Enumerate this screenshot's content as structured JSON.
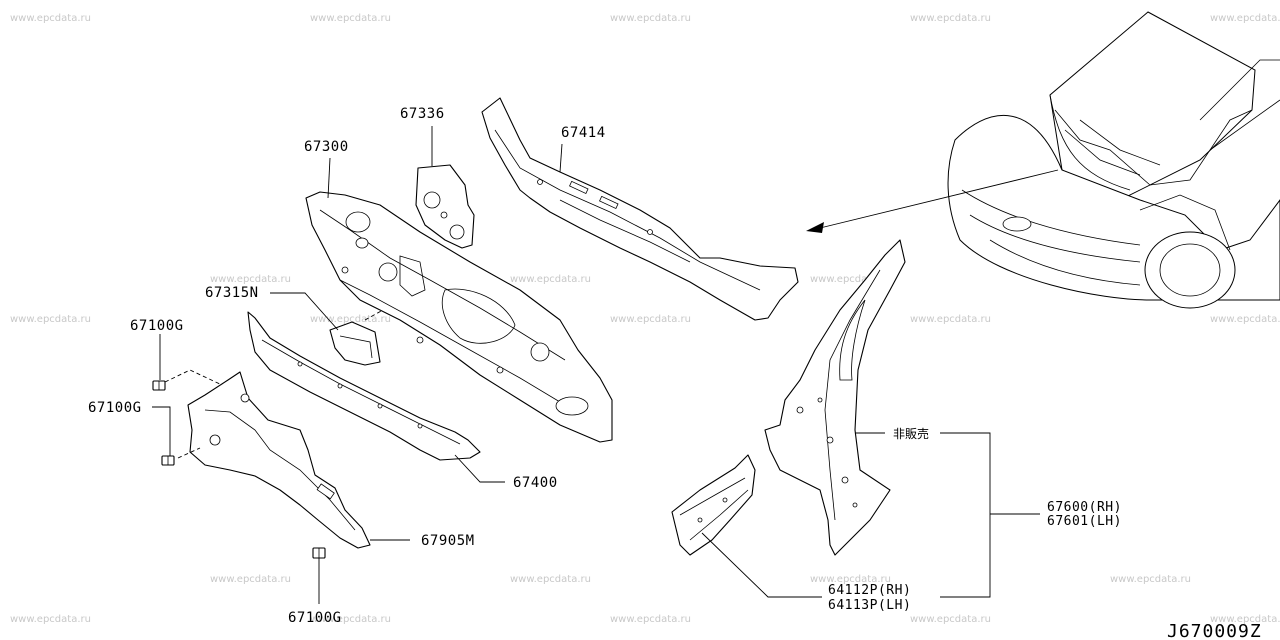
{
  "watermark": "www.epcdata.ru",
  "diagram_code": "J670009Z",
  "note_not_for_sale": "非販売",
  "parts": {
    "p67336": "67336",
    "p67414": "67414",
    "p67300": "67300",
    "p67315N": "67315N",
    "p67100G_a": "67100G",
    "p67100G_b": "67100G",
    "p67100G_c": "67100G",
    "p67400": "67400",
    "p67905M": "67905M",
    "p67600": "67600(RH)",
    "p67601": "67601(LH)",
    "p64112P": "64112P(RH)",
    "p64113P": "64113P(LH)"
  }
}
